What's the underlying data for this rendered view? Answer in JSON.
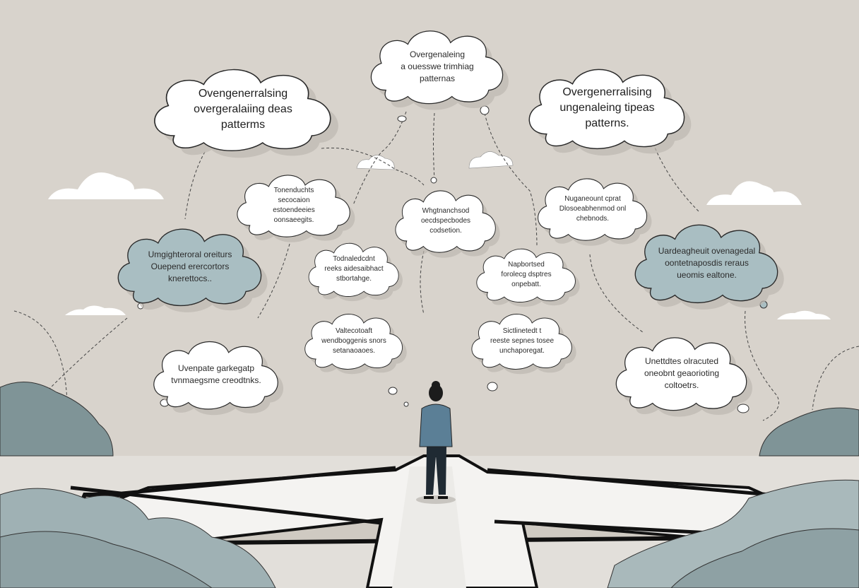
{
  "colors": {
    "background": "#d8d3cc",
    "cloud_white": "#ffffff",
    "cloud_blue": "#a9bec2",
    "bush": "#7f9497",
    "floor": "#e9e7e3",
    "shirt": "#5b7f96"
  },
  "thought_clouds": [
    {
      "lines": [
        "Ovengenerralsing",
        "overgeralaiing deas",
        "patterms"
      ]
    },
    {
      "lines": [
        "Overgenaleing",
        "a ouesswe trimhiag",
        "patternas"
      ]
    },
    {
      "lines": [
        "Overgenerralising",
        "ungenaleing tipeas",
        "patterns."
      ]
    },
    {
      "lines": [
        "Tonenduchts",
        "secocaion",
        "estoendeeies",
        "oonsaeegits."
      ]
    },
    {
      "lines": [
        "Whgtnanchsod",
        "oecdspecbodes",
        "codsetion."
      ]
    },
    {
      "lines": [
        "Nuganeount cprat",
        "Dlosoeabhenmod onl",
        "chebnods."
      ]
    },
    {
      "lines": [
        "Umgighteroral oreiturs",
        "Ouepend erercortors",
        "knerettocs.."
      ]
    },
    {
      "lines": [
        "Todnaledcdnt",
        "reeks aidesaibhact",
        "stbortahge."
      ]
    },
    {
      "lines": [
        "Napbortsed",
        "forolecg dsptres",
        "onpebatt."
      ]
    },
    {
      "lines": [
        "Uardeagheuit ovenagedal",
        "oontetnaposdis reraus",
        "ueomis ealtone."
      ]
    },
    {
      "lines": [
        "Valtecotoaft",
        "wendboggenis snors",
        "setanaoaoes."
      ]
    },
    {
      "lines": [
        "Sictlinetedt t",
        "reeste sepnes tosee",
        "unchaporegat."
      ]
    },
    {
      "lines": [
        "Uvenpate garkegatp",
        "tvnmaegsme creodtnks."
      ]
    },
    {
      "lines": [
        "Unettdtes olracuted",
        "oneobnt geaorioting",
        "coltoetrs."
      ]
    }
  ]
}
